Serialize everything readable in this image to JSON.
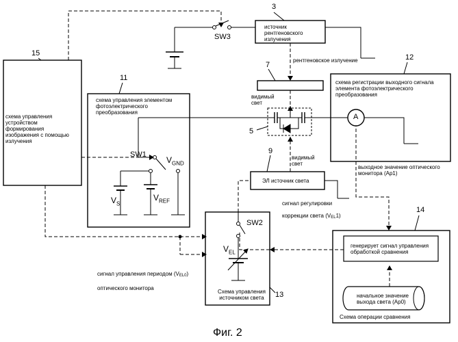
{
  "figure_caption": "Фиг. 2",
  "ref_numbers": {
    "r3": "3",
    "r7": "7",
    "r15": "15",
    "r12": "12",
    "r11": "11",
    "r5": "5",
    "r9": "9",
    "r13": "13",
    "r14": "14"
  },
  "blocks": {
    "xray_source": "источник\nрентгеновского\nизлучения",
    "imaging_control": "схема управления\nустройством\nформирования\nизображения с помощью\nизлучения",
    "pe_control": "схема управления элементом\nфотоэлектрического\nпреобразования",
    "registration": "схема регистрации выходного сигнала\nэлемента фотоэлектрического\nпреобразования",
    "el_source": "ЭЛ источник света",
    "light_control": "Схема управления\nисточником света",
    "comparison_op": "Схема операции сравнения",
    "compare_gen": "генерирует сигнал управления\nобработкой сравнения",
    "initial_value": "начальное значение\nвыхода света (Ap0)"
  },
  "labels": {
    "xray_emission": "рентгеновское излучение",
    "visible_light_1": "видимый\nсвет",
    "visible_light_2": "видимый\nсвет",
    "monitor_output": "выходное значение оптического\nмонитора (Ap1)",
    "light_corr_signal_a": "сигнал регулировки",
    "light_corr_signal_b": "коррекции света (V",
    "light_corr_signal_sub": "EL",
    "light_corr_signal_c": "1)",
    "period_signal_a": "сигнал управления периодом (V",
    "period_signal_sub": "EL0",
    "period_signal_c": ")",
    "period_signal_line2": "оптического монитора"
  },
  "symbols": {
    "sw3": "SW3",
    "sw1": "SW1",
    "sw2": "SW2",
    "v": "V",
    "gnd": "GND",
    "s": "S",
    "ref": "REF",
    "el": "EL",
    "ammeter": "A"
  }
}
